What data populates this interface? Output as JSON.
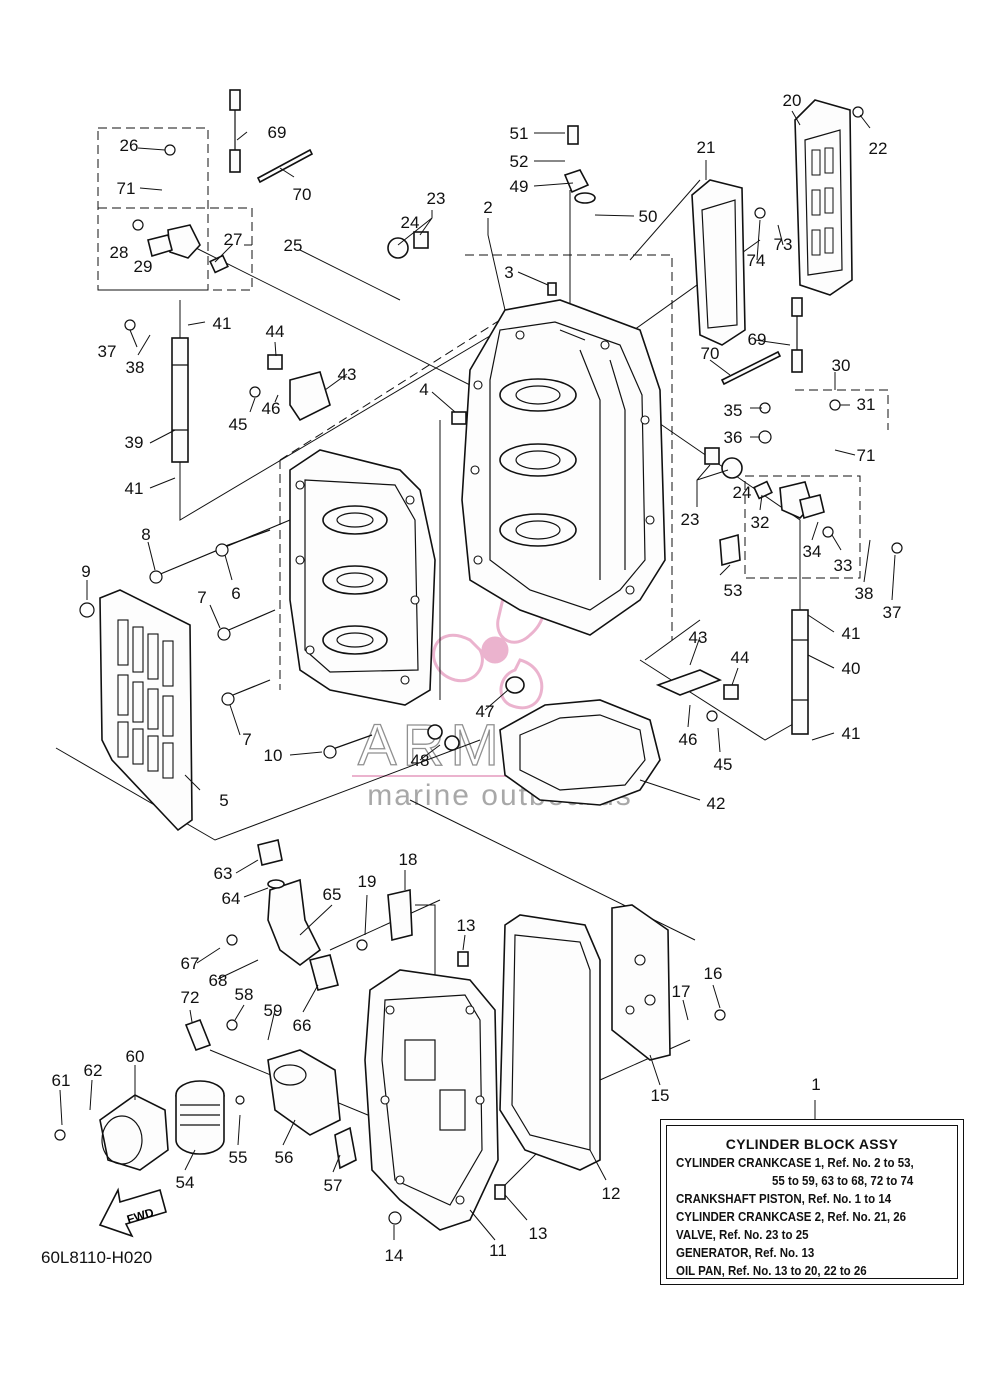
{
  "diagram_code": "60L8110-H020",
  "watermark": {
    "brand": "ARMADA",
    "tagline": "marine outboards",
    "color": "#e8a6c6"
  },
  "fwd_label": "FWD",
  "legend": {
    "title": "CYLINDER BLOCK ASSY",
    "lines": [
      "CYLINDER CRANKCASE 1,  Ref. No. 2 to 53,",
      "55 to 59, 63 to 68, 72 to 74",
      "CRANKSHAFT PISTON,  Ref. No. 1 to 14",
      "CYLINDER CRANKCASE 2,  Ref. No. 21, 26",
      "VALVE,  Ref. No. 23 to 25",
      "GENERATOR,  Ref. No. 13",
      "OIL PAN,  Ref. No. 13 to 20,  22 to 26"
    ]
  },
  "callouts": [
    "1",
    "2",
    "3",
    "4",
    "5",
    "6",
    "7",
    "7",
    "8",
    "9",
    "10",
    "11",
    "12",
    "13",
    "13",
    "14",
    "15",
    "16",
    "17",
    "18",
    "19",
    "20",
    "21",
    "22",
    "23",
    "23",
    "24",
    "24",
    "25",
    "26",
    "27",
    "28",
    "29",
    "30",
    "31",
    "32",
    "33",
    "34",
    "35",
    "36",
    "37",
    "37",
    "38",
    "38",
    "39",
    "40",
    "41",
    "41",
    "41",
    "41",
    "42",
    "43",
    "43",
    "44",
    "44",
    "45",
    "45",
    "46",
    "46",
    "47",
    "48",
    "49",
    "50",
    "51",
    "52",
    "53",
    "54",
    "55",
    "56",
    "57",
    "58",
    "59",
    "60",
    "61",
    "62",
    "63",
    "64",
    "65",
    "66",
    "67",
    "68",
    "69",
    "69",
    "70",
    "70",
    "71",
    "71",
    "72",
    "73",
    "74"
  ]
}
